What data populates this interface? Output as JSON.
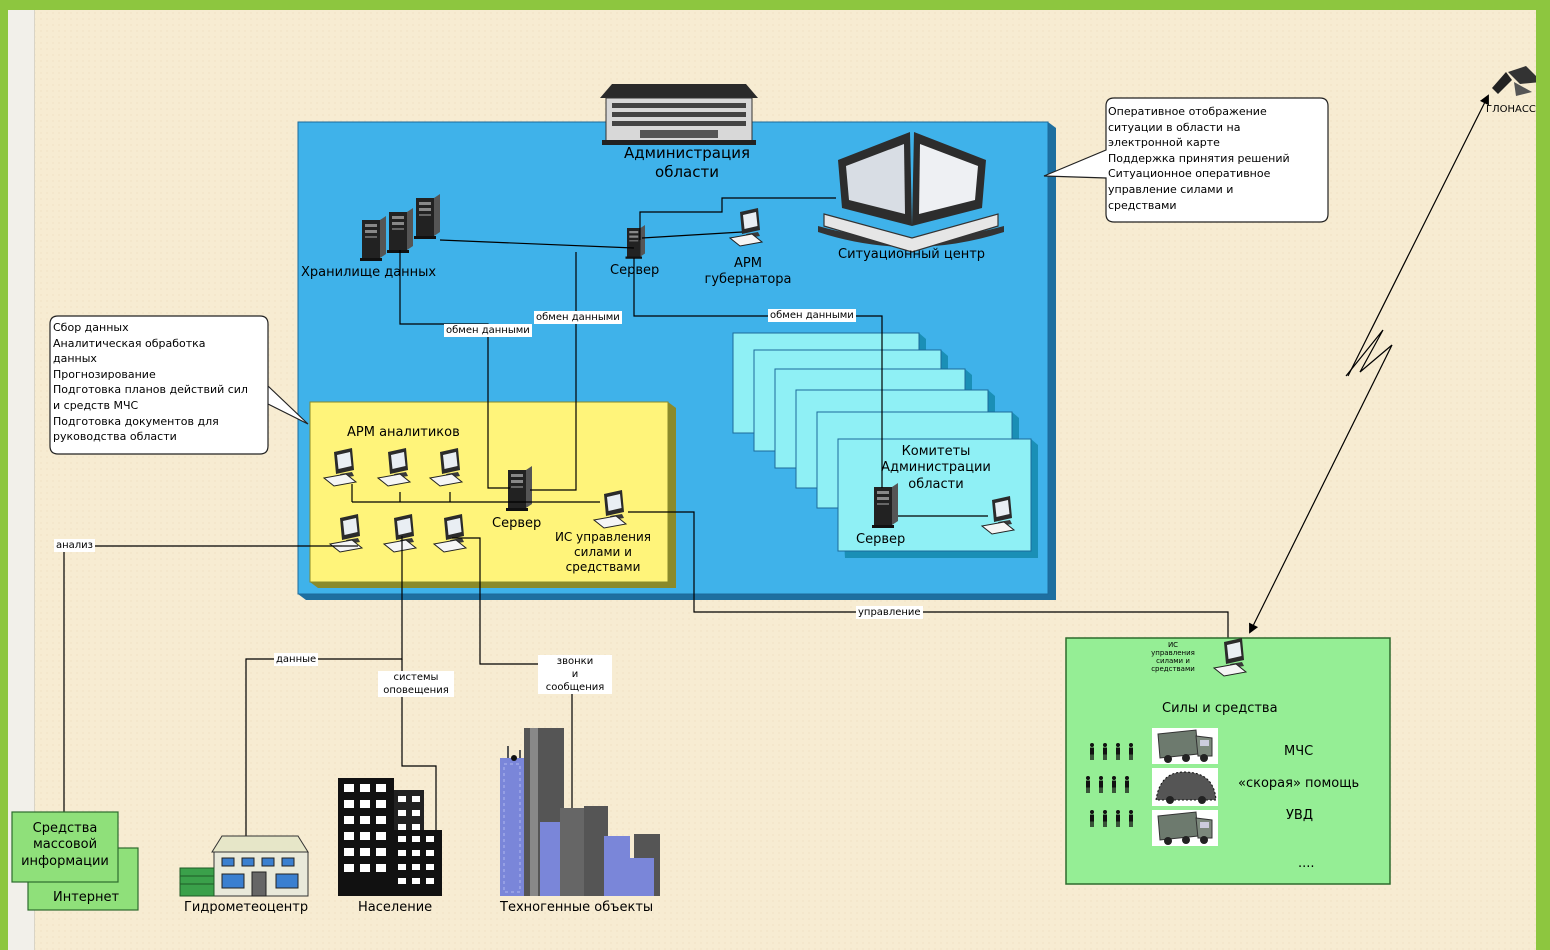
{
  "labels": {
    "administration": "Администрация\nобласти",
    "data_storage": "Хранилище данных",
    "server_main": "Сервер",
    "governor_arm": "АРМ\nгубернатора",
    "situation_center": "Ситуационный центр",
    "analysts_arm": "АРМ аналитиков",
    "server_analysts": "Сервер",
    "is_control": "ИС управления\nсилами и\nсредствами",
    "committees": "Комитеты\nАдминистрации\nобласти",
    "server_committee": "Сервер",
    "glonass": "ГЛОНАСС",
    "forces_is": "ИС\nуправления\nсилами и\nсредствами",
    "forces_title": "Силы и средства",
    "mchs": "МЧС",
    "ambulance": "«скорая» помощь",
    "uvd": "УВД",
    "ellipsis": "....",
    "media": "Средства\nмассовой\nинформации",
    "internet": "Интернет",
    "hydromet": "Гидрометеоцентр",
    "population": "Население",
    "tech_objects": "Техногенные объекты"
  },
  "edge_labels": {
    "exchange_1": "обмен данными",
    "exchange_2": "обмен данными",
    "exchange_3": "обмен данными",
    "analysis": "анализ",
    "data": "данные",
    "warning_systems": "системы\nоповещения",
    "calls": "звонки\nи\nсообщения",
    "control": "управление"
  },
  "callouts": {
    "situation": "Оперативное отображение\nситуации в области на\nэлектронной карте\nПоддержка принятия решений\nСитуационное оперативное\nуправление силами и\nсредствами",
    "analysts": "Сбор данных\nАналитическая обработка\nданных\nПрогнозирование\nПодготовка планов действий сил\nи средств МЧС\nПодготовка документов для\nруководства области"
  },
  "colors": {
    "admin_fill": "#3fb2ea",
    "analyst_fill": "#fff47a",
    "committee_fill": "#8ff0f5",
    "forces_fill": "#95ee95",
    "media_fill": "#8fe07a",
    "background": "#f7ecd2",
    "frame": "#8dc63f"
  }
}
